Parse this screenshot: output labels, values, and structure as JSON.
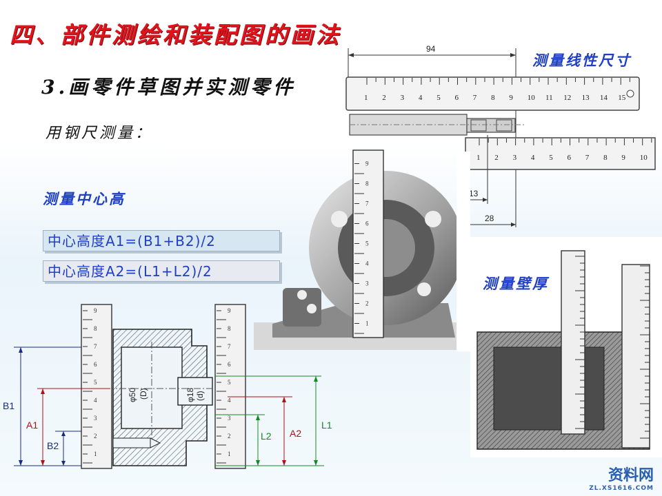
{
  "slide": {
    "title": "四、部件测绘和装配图的画法",
    "subtitle": "3.画零件草图并实测零件",
    "steel_rule_label": "用钢尺测量：",
    "measure_center_height": "测量中心高",
    "measure_linear": "测量线性尺寸",
    "measure_wall": "测量壁厚",
    "formula_a1": "中心高度A1=(B1+B2)/2",
    "formula_a2": "中心高度A2=(L1+L2)/2"
  },
  "linear_figure": {
    "dim_94": "94",
    "dim_13": "13",
    "dim_28": "28",
    "ruler_top_ticks": [
      "1",
      "2",
      "3",
      "4",
      "5",
      "6",
      "7",
      "8",
      "9",
      "10",
      "11",
      "12",
      "13",
      "14",
      "15"
    ],
    "ruler_bottom_ticks": [
      "1",
      "2",
      "3",
      "4",
      "5",
      "6",
      "7",
      "8",
      "9",
      "10"
    ]
  },
  "center_figure": {
    "dim_b1": "B1",
    "dim_b2": "B2",
    "dim_a1": "A1",
    "dim_a2": "A2",
    "dim_l1": "L1",
    "dim_l2": "L2",
    "dia_50": "φ50",
    "dia_50_sub": "(D)",
    "dia_18": "φ18",
    "dia_18_sub": "(d)",
    "vertical_ruler_ticks": [
      "1",
      "2",
      "3",
      "4",
      "5",
      "6",
      "7",
      "8",
      "9"
    ]
  },
  "watermark": {
    "brand": "资料网",
    "url": "ZL.XS1616.COM"
  },
  "colors": {
    "title": "#e0141c",
    "label_blue": "#1f3fc4",
    "dim_red": "#b01018",
    "dim_green": "#118a22",
    "dim_blue": "#1a2a80"
  }
}
